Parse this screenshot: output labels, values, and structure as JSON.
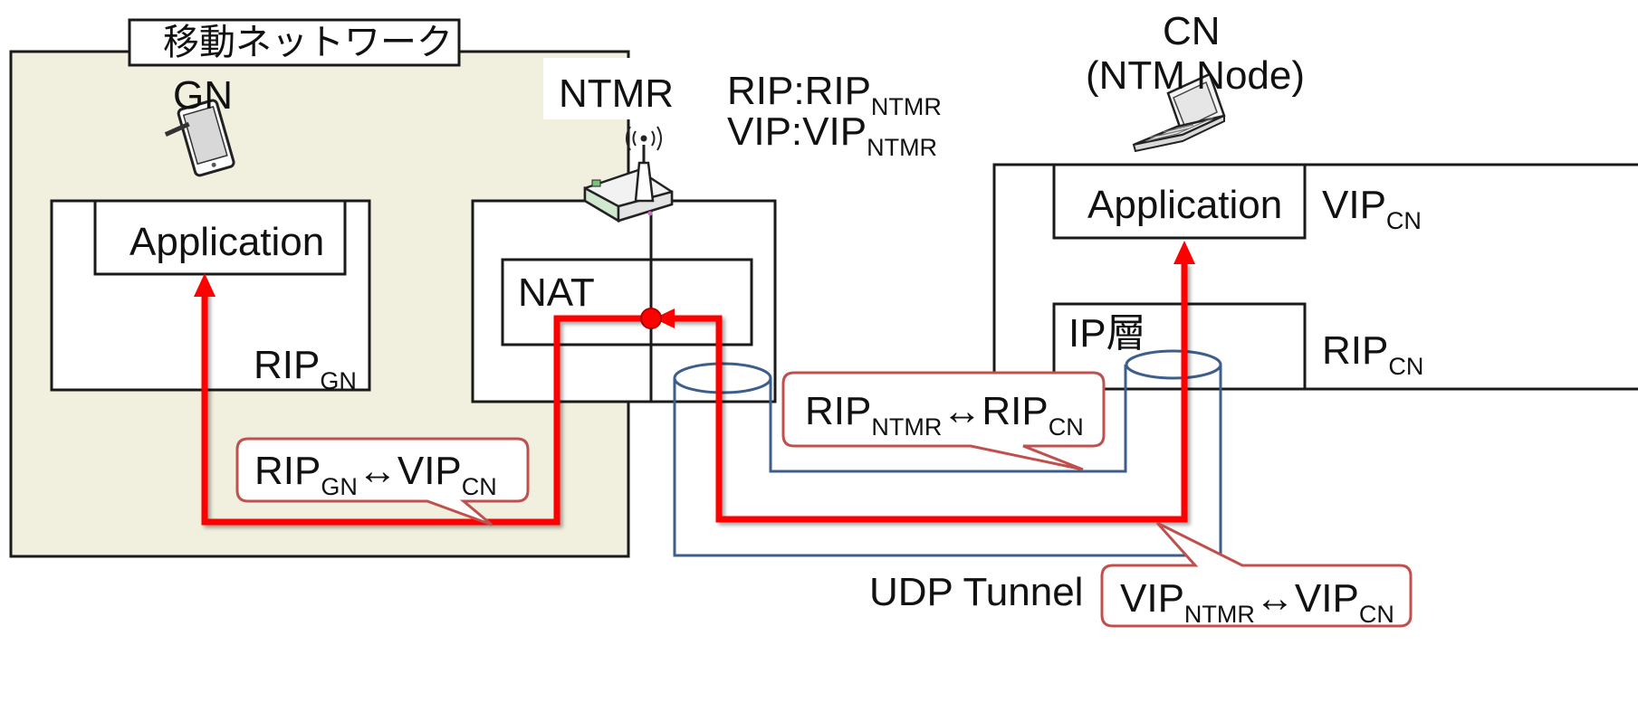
{
  "mobile_network": {
    "title": "移動ネットワーク"
  },
  "gn": {
    "label": "GN",
    "app_label": "Application",
    "addr_main": "RIP",
    "addr_sub": "GN"
  },
  "ntmr": {
    "label": "NTMR",
    "nat_label": "NAT",
    "rip_prefix": "RIP:RIP",
    "rip_sub": "NTMR",
    "vip_prefix": "VIP:VIP",
    "vip_sub": "NTMR"
  },
  "cn": {
    "label_line1": "CN",
    "label_line2": "(NTM Node)",
    "app_label": "Application",
    "ip_layer_label": "IP層",
    "vip_main": "VIP",
    "vip_sub": "CN",
    "rip_main": "RIP",
    "rip_sub": "CN"
  },
  "callouts": {
    "gn_map": {
      "a": "RIP",
      "a_sub": "GN",
      "arrow": "↔",
      "b": "VIP",
      "b_sub": "CN"
    },
    "ntmr_rip_map": {
      "a": "RIP",
      "a_sub": "NTMR",
      "arrow": "↔",
      "b": "RIP",
      "b_sub": "CN"
    },
    "ntmr_vip_map": {
      "a": "VIP",
      "a_sub": "NTMR",
      "arrow": "↔",
      "b": "VIP",
      "b_sub": "CN"
    }
  },
  "tunnel": {
    "label": "UDP Tunnel"
  },
  "colors": {
    "mobile_bg": "#f1f0de",
    "packet_path": "#ff0000",
    "tunnel": "#3b5e8c",
    "callout_border": "#c0504d",
    "box_stroke": "#1a1a1a"
  },
  "icons": {
    "gn": "tablet-icon",
    "ntmr": "wireless-router-icon",
    "cn": "laptop-icon"
  }
}
